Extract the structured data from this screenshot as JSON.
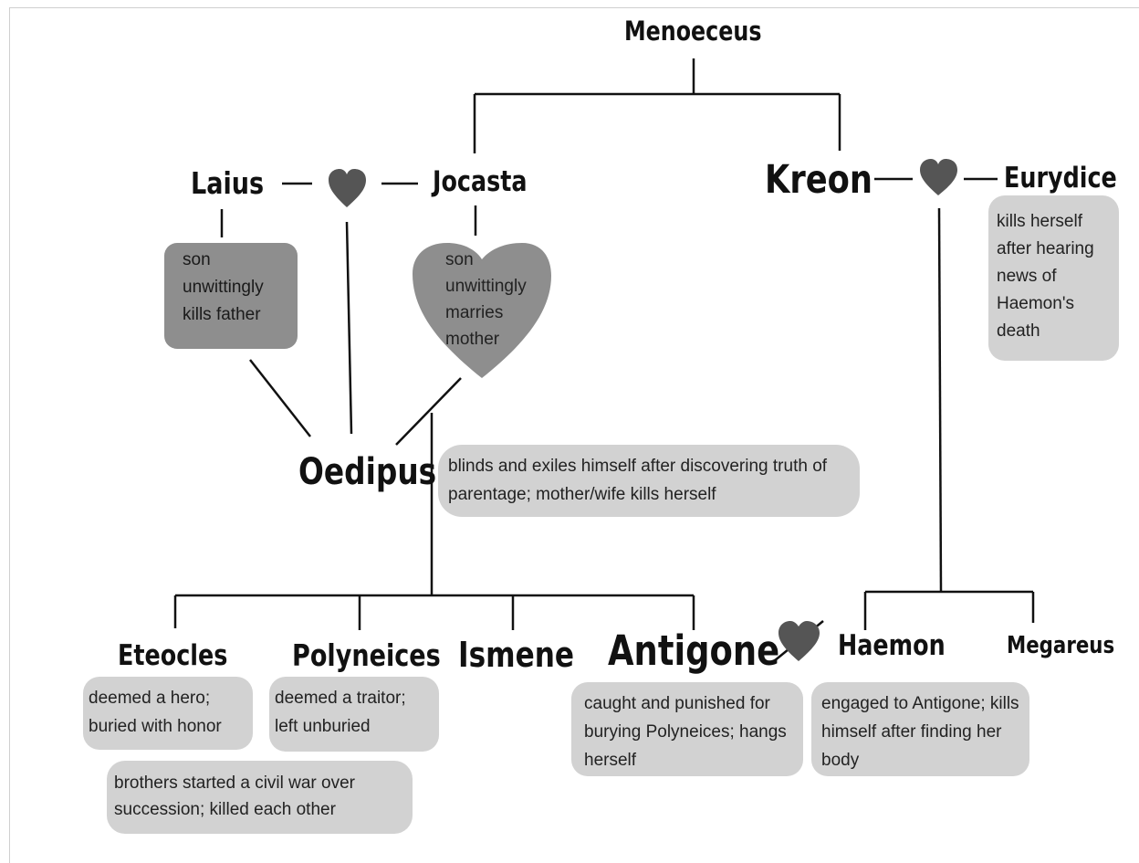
{
  "people": {
    "menoeceus": "Menoeceus",
    "laius": "Laius",
    "jocasta": "Jocasta",
    "kreon": "Kreon",
    "eurydice": "Eurydice",
    "oedipus": "Oedipus",
    "eteocles": "Eteocles",
    "polyneices": "Polyneices",
    "ismene": "Ismene",
    "antigone": "Antigone",
    "haemon": "Haemon",
    "megareus": "Megareus"
  },
  "notes": {
    "laius_note": "son unwittingly kills father",
    "jocasta_note": "son unwittingly marries mother",
    "eurydice_note": "kills herself after hearing news of Haemon's death",
    "oedipus_note": "blinds and exiles himself after discovering truth of parentage; mother/wife kills herself",
    "eteocles_note": "deemed a hero; buried with honor",
    "polyneices_note": "deemed a traitor; left unburied",
    "brothers_note": "brothers started a civil war over succession; killed each other",
    "antigone_note": "caught and punished for burying Polyneices; hangs herself",
    "haemon_note": "engaged to Antigone; kills himself after finding her body"
  },
  "colors": {
    "heart": "#555555",
    "heart_large": "#8e8e8e",
    "note_light": "#d2d2d2",
    "note_dark": "#8e8e8e",
    "line": "#111111"
  },
  "icons": {
    "marriage": "heart-icon",
    "broken_engagement": "crossed-heart-icon"
  }
}
